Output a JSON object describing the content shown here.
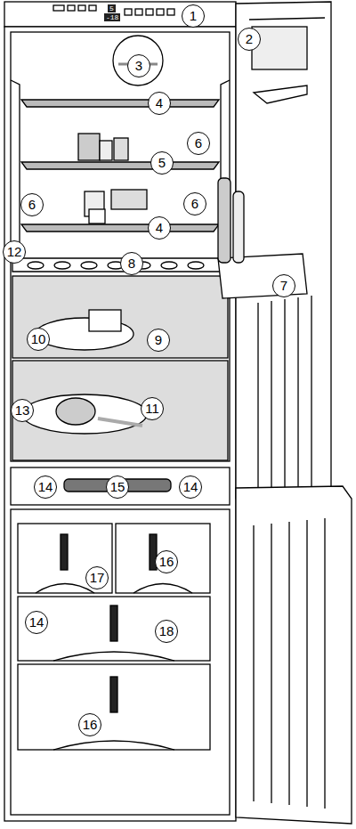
{
  "diagram": {
    "labels": [
      "5",
      "-18",
      "1",
      "2",
      "3",
      "4",
      "6",
      "5",
      "6",
      "6",
      "4",
      "12",
      "8",
      "7",
      "10",
      "9",
      "13",
      "11",
      "14",
      "15",
      "14",
      "17",
      "16",
      "14",
      "18",
      "16"
    ]
  }
}
